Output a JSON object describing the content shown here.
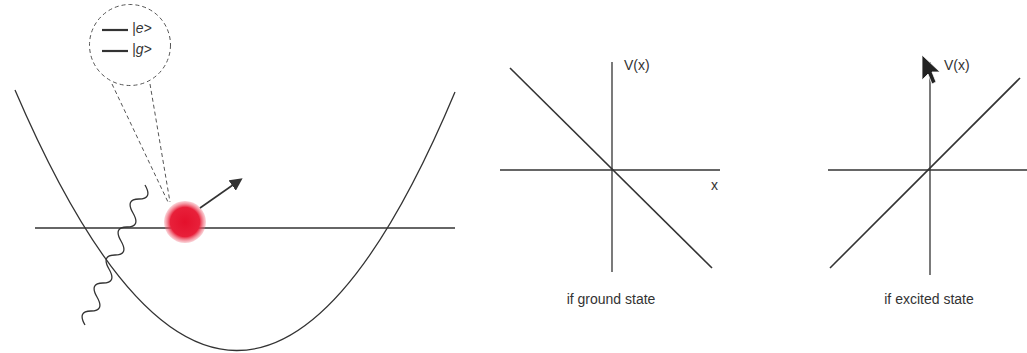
{
  "diagram": {
    "nodes": [
      {
        "text": [
          "|e>",
          "|g>"
        ]
      }
    ],
    "labels": [
      "V(x)",
      "x",
      "if ground state",
      "V(x)",
      "if excited state"
    ]
  }
}
